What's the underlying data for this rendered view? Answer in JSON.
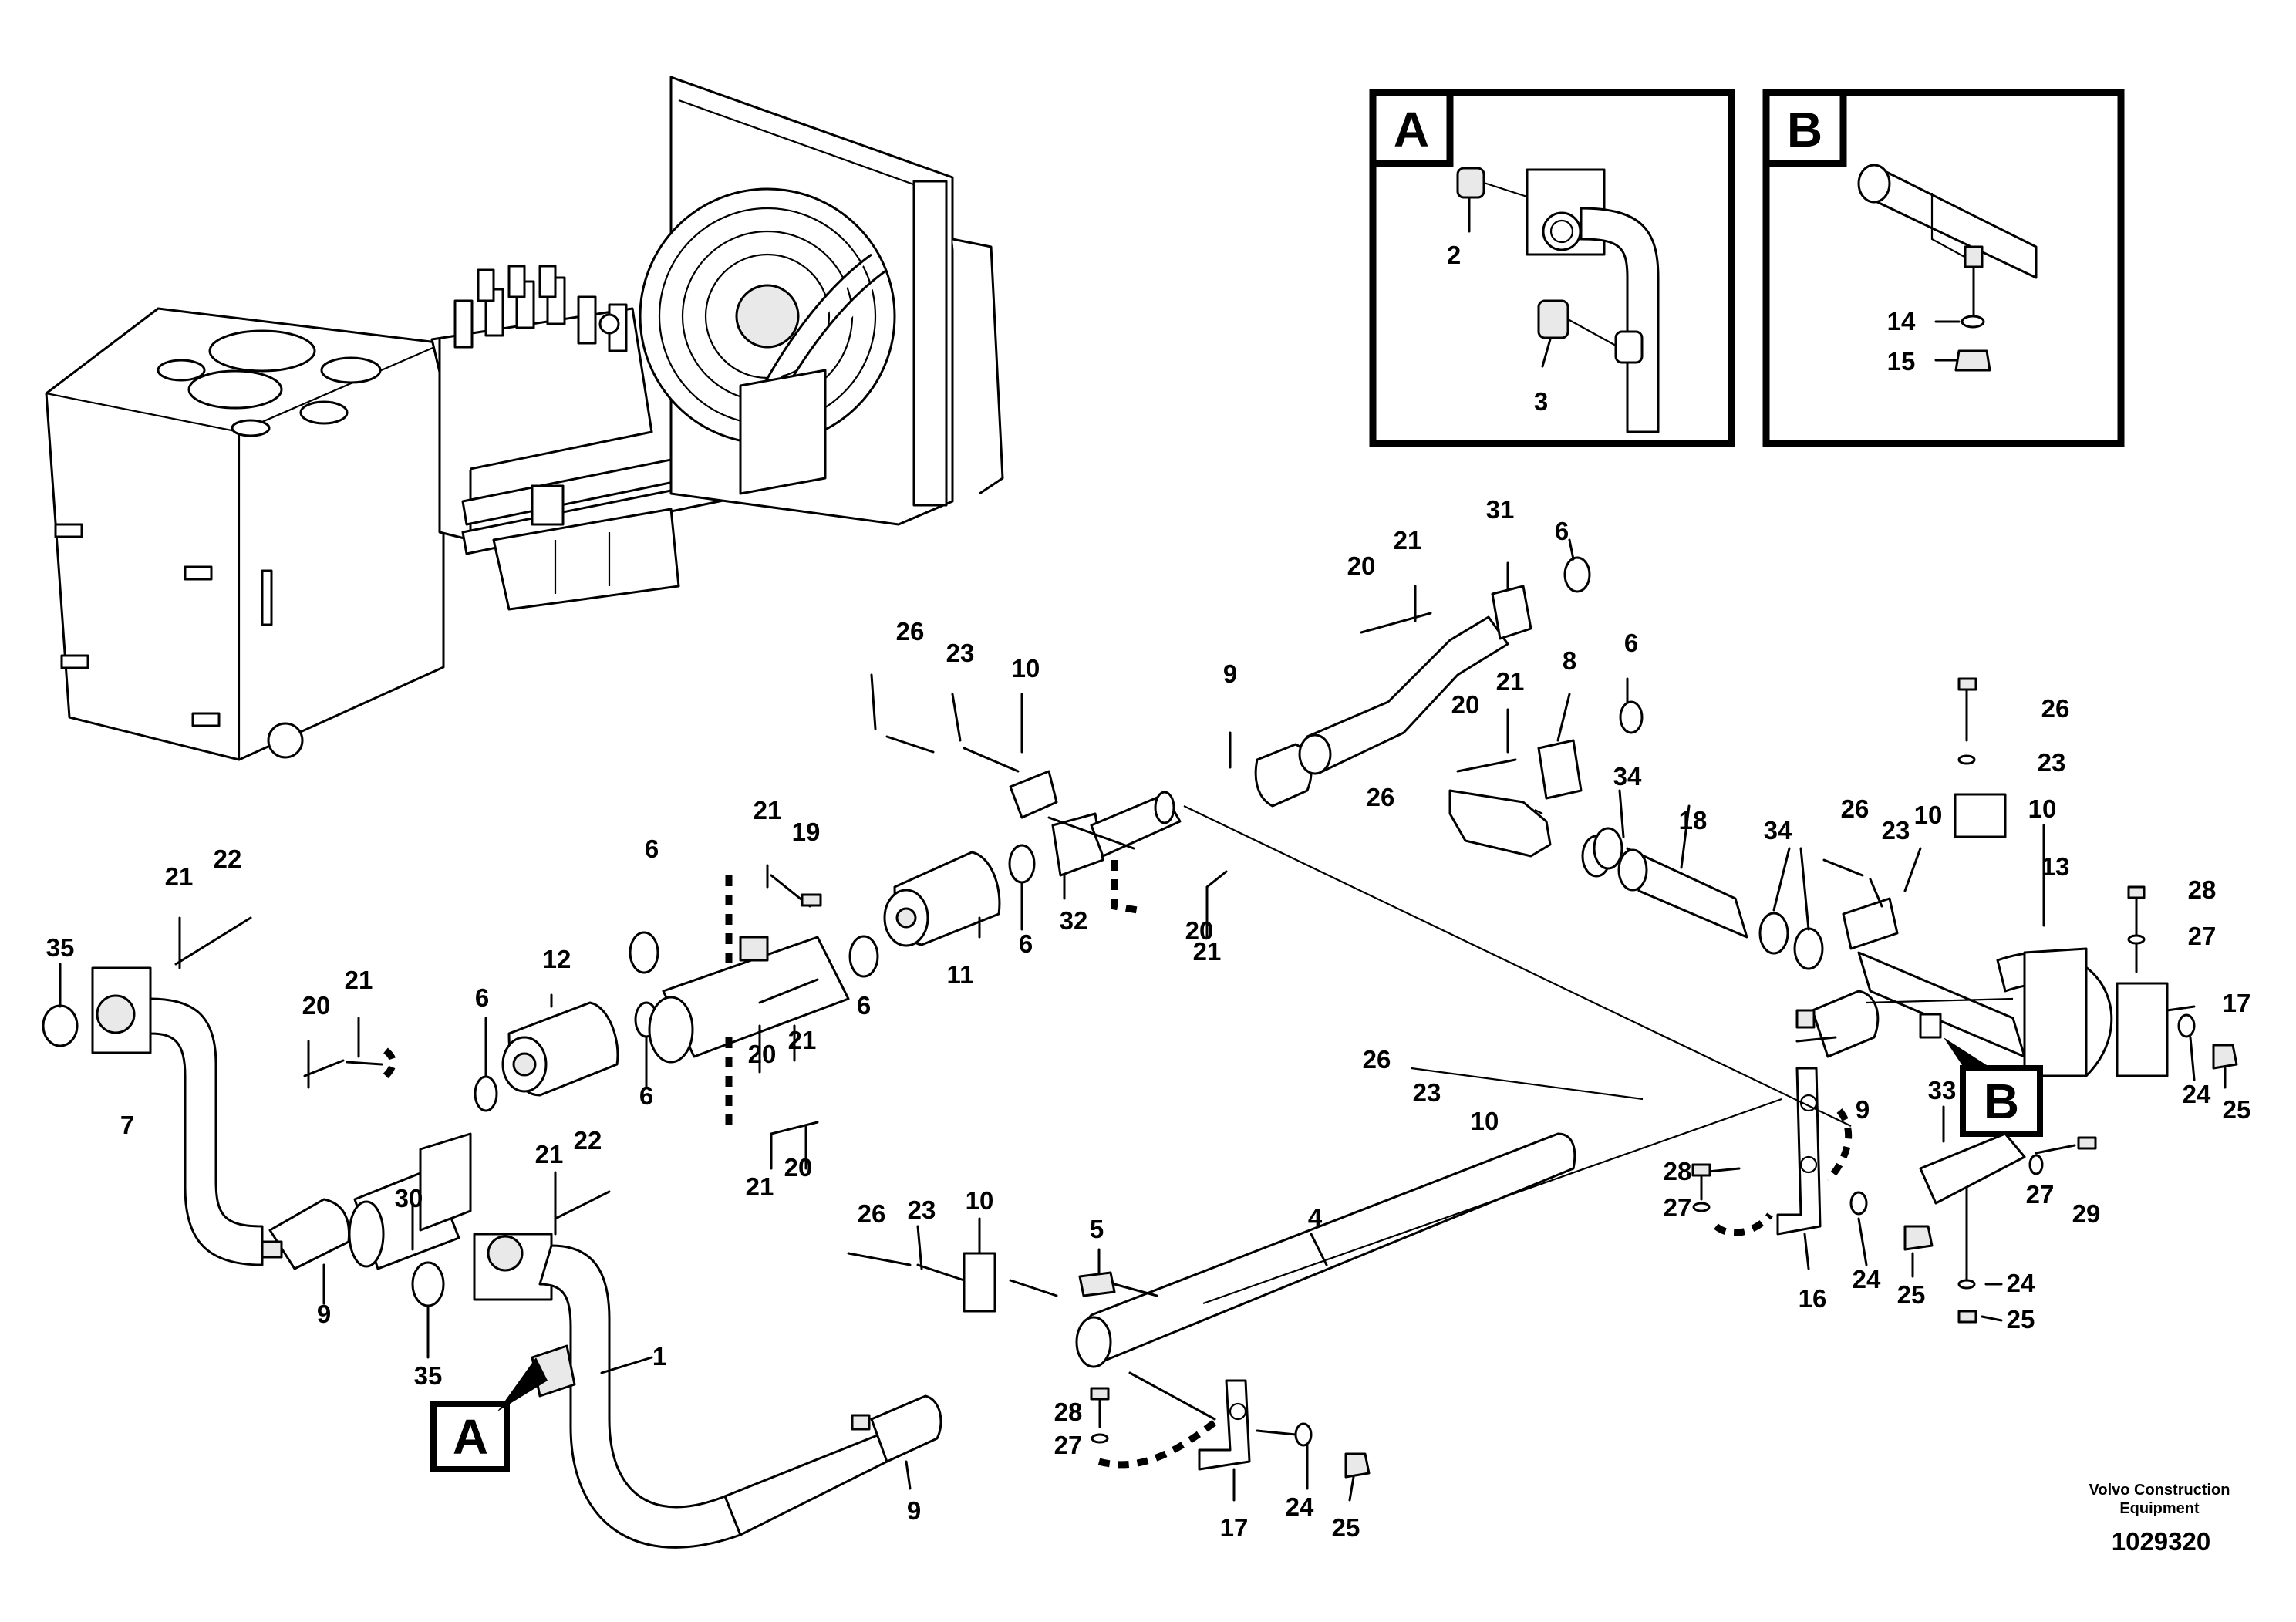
{
  "diagram": {
    "footer": {
      "company_line1": "Volvo Construction",
      "company_line2": "Equipment",
      "drawing_number": "1029320"
    },
    "detail_views": [
      {
        "label": "A",
        "callouts": [
          "2",
          "3"
        ]
      },
      {
        "label": "B",
        "callouts": [
          "14",
          "15"
        ]
      }
    ],
    "view_markers": [
      "A",
      "B"
    ],
    "callouts": {
      "c1": "1",
      "c2": "2",
      "c3": "3",
      "c4": "4",
      "c5": "5",
      "c6a": "6",
      "c6b": "6",
      "c6c": "6",
      "c6d": "6",
      "c6e": "6",
      "c6f": "6",
      "c6g": "6",
      "c7": "7",
      "c8": "8",
      "c9a": "9",
      "c9b": "9",
      "c9c": "9",
      "c9d": "9",
      "c10a": "10",
      "c10b": "10",
      "c10c": "10",
      "c10d": "10",
      "c10e": "10",
      "c11": "11",
      "c12": "12",
      "c13": "13",
      "c14": "14",
      "c15": "15",
      "c16": "16",
      "c17a": "17",
      "c17b": "17",
      "c18": "18",
      "c19": "19",
      "c20a": "20",
      "c20b": "20",
      "c20c": "20",
      "c20d": "20",
      "c20e": "20",
      "c20f": "20",
      "c21a": "21",
      "c21b": "21",
      "c21c": "21",
      "c21d": "21",
      "c21e": "21",
      "c21f": "21",
      "c21g": "21",
      "c21h": "21",
      "c21i": "21",
      "c22a": "22",
      "c22b": "22",
      "c23a": "23",
      "c23b": "23",
      "c23c": "23",
      "c23d": "23",
      "c23e": "23",
      "c24a": "24",
      "c24b": "24",
      "c24c": "24",
      "c24d": "24",
      "c25a": "25",
      "c25b": "25",
      "c25c": "25",
      "c25d": "25",
      "c26a": "26",
      "c26b": "26",
      "c26c": "26",
      "c26d": "26",
      "c26e": "26",
      "c27a": "27",
      "c27b": "27",
      "c27c": "27",
      "c27d": "27",
      "c28a": "28",
      "c28b": "28",
      "c28c": "28",
      "c29": "29",
      "c30": "30",
      "c31": "31",
      "c32": "32",
      "c33": "33",
      "c34a": "34",
      "c34b": "34",
      "c35a": "35",
      "c35b": "35"
    }
  }
}
